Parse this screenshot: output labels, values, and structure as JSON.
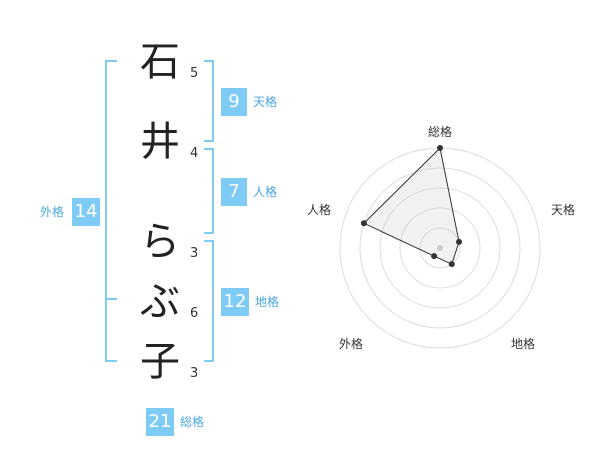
{
  "name": {
    "chars": [
      {
        "char": "石",
        "strokes": "5"
      },
      {
        "char": "井",
        "strokes": "4"
      },
      {
        "char": "ら",
        "strokes": "3"
      },
      {
        "char": "ぶ",
        "strokes": "6"
      },
      {
        "char": "子",
        "strokes": "3"
      }
    ]
  },
  "kaku": {
    "ten": {
      "value": "9",
      "label": "天格"
    },
    "jin": {
      "value": "7",
      "label": "人格"
    },
    "chi": {
      "value": "12",
      "label": "地格"
    },
    "gai": {
      "value": "14",
      "label": "外格"
    },
    "sou": {
      "value": "21",
      "label": "総格"
    }
  },
  "chart_data": {
    "type": "radar",
    "axes": [
      "総格",
      "天格",
      "地格",
      "外格",
      "人格"
    ],
    "values": [
      5,
      1,
      1,
      0.5,
      4
    ],
    "max": 5,
    "rings": 5
  }
}
